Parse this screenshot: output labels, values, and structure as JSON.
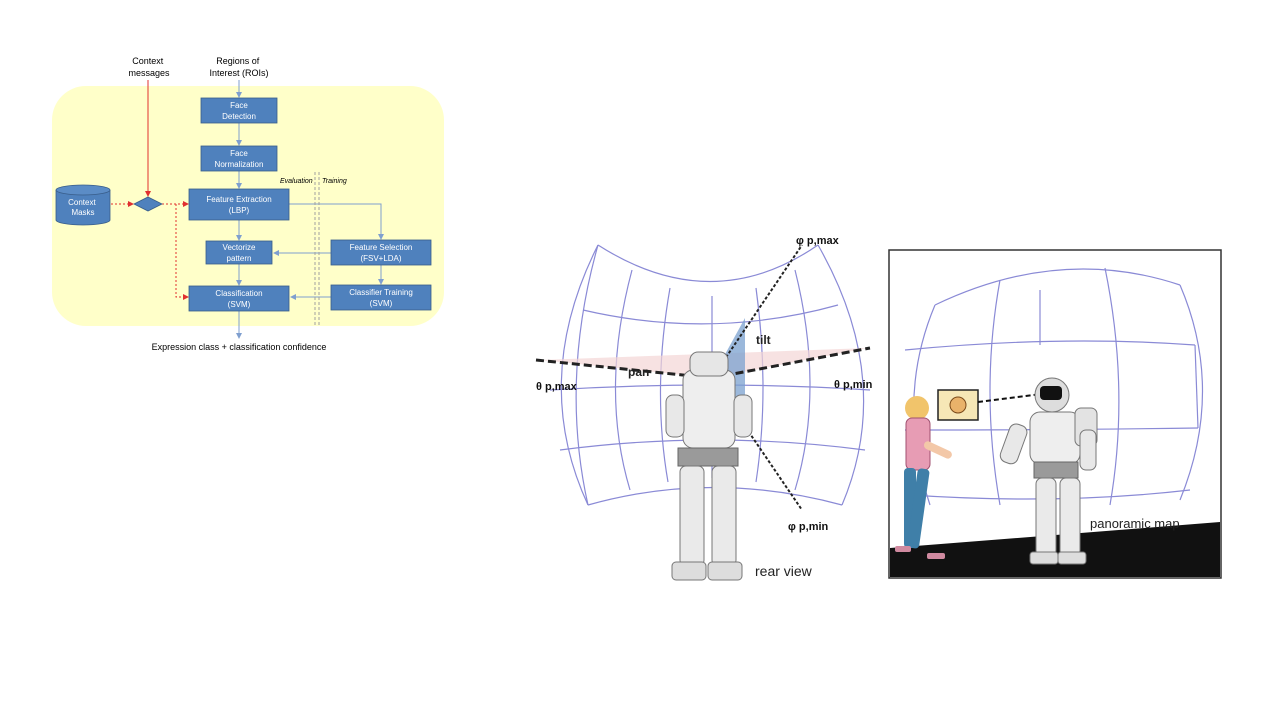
{
  "flowchart": {
    "inputs": {
      "context_messages": [
        "Context",
        "messages"
      ],
      "rois": [
        "Regions of",
        "Interest (ROIs)"
      ]
    },
    "nodes": {
      "face_detection": [
        "Face",
        "Detection"
      ],
      "face_normalization": [
        "Face",
        "Normalization"
      ],
      "feature_extraction": [
        "Feature Extraction",
        "(LBP)"
      ],
      "vectorize": [
        "Vectorize",
        "pattern"
      ],
      "feature_selection": [
        "Feature Selection",
        "(FSV+LDA)"
      ],
      "classification": [
        "Classification",
        "(SVM)"
      ],
      "classifier_training": [
        "Classifier Training",
        "(SVM)"
      ],
      "context_masks": [
        "Context",
        "Masks"
      ]
    },
    "phase_labels": {
      "evaluation": "Evaluation",
      "training": "Training"
    },
    "output": "Expression class + classification confidence"
  },
  "rear_view": {
    "labels": {
      "phi_max": "φ p,max",
      "phi_min": "φ p,min",
      "theta_max": "θ p,max",
      "theta_min": "θ p,min",
      "pan": "pan",
      "tilt": "tilt",
      "caption": "rear view"
    }
  },
  "panoramic": {
    "caption": "panoramic map"
  },
  "colors": {
    "panel_bg": "#ffffc9",
    "box_fill": "#4f81bd",
    "box_stroke": "#385d8a",
    "arrow_blue": "#7f9fcf",
    "arrow_red": "#e03030",
    "grid": "#8a8ad6"
  }
}
